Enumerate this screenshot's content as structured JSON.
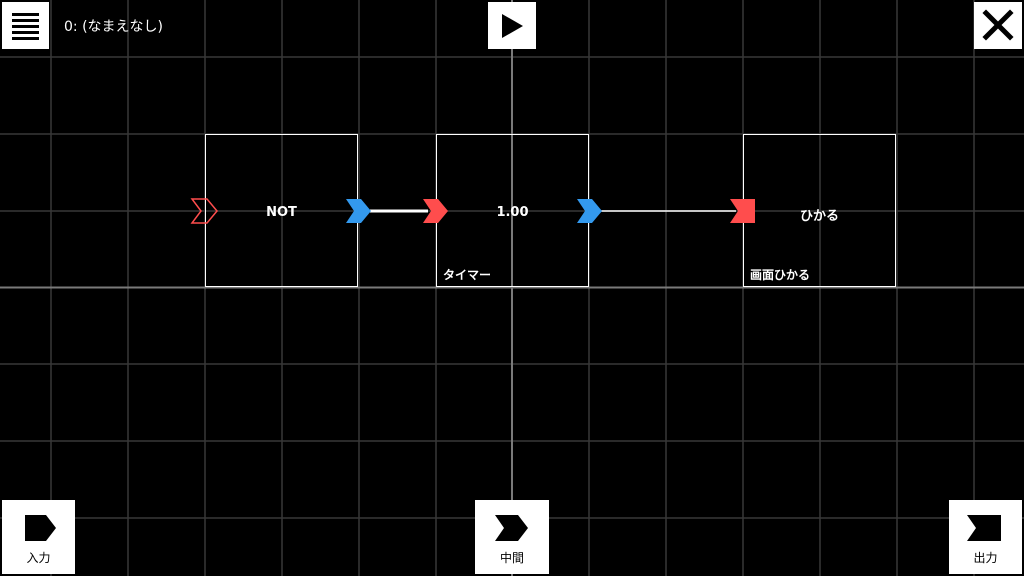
{
  "header": {
    "title": "0: (なまえなし)"
  },
  "toolbar": {
    "menu_icon": "hamburger-menu-icon",
    "play_icon": "play-icon",
    "close_icon": "close-icon"
  },
  "nodes": [
    {
      "label": "NOT",
      "sublabel": ""
    },
    {
      "label": "1.00",
      "sublabel": "タイマー"
    },
    {
      "label": "ひかる",
      "sublabel": "画面ひかる"
    }
  ],
  "bottom_bar": {
    "input_label": "入力",
    "middle_label": "中間",
    "output_label": "出力"
  },
  "colors": {
    "input_port": "#ff4d4d",
    "output_port": "#3399ee",
    "grid": "#3a3a3a",
    "axis": "#7a7a7a"
  }
}
